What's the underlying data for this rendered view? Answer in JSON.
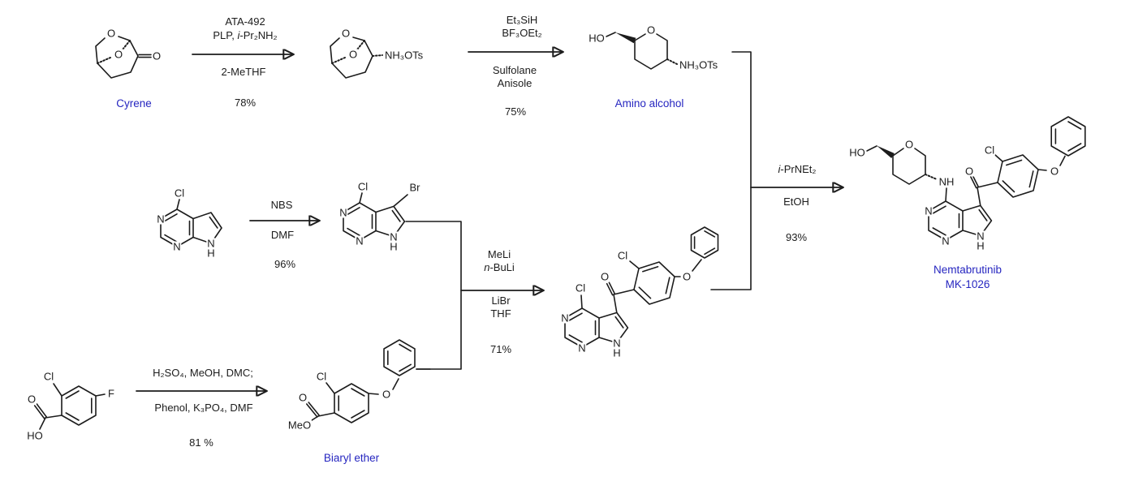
{
  "colors": {
    "bond": "#1c1c1c",
    "text": "#1c1c1c",
    "name": "#2626c0"
  },
  "steps": {
    "s1": {
      "reagent1": "ATA-492",
      "reagent2_pre": "PLP, ",
      "reagent2_it": "i",
      "reagent2_post": "-Pr₂NH₂",
      "solvent": "2-MeTHF",
      "yield": "78%"
    },
    "s2": {
      "reagent1": "Et₃SiH",
      "reagent2": "BF₃OEt₂",
      "solvent1": "Sulfolane",
      "solvent2": "Anisole",
      "yield": "75%"
    },
    "s3": {
      "reagent": "NBS",
      "solvent": "DMF",
      "yield": "96%"
    },
    "s4": {
      "reagent1": "MeLi",
      "reagent2_it": "n",
      "reagent2_post": "-BuLi",
      "additive": "LiBr",
      "solvent": "THF",
      "yield": "71%"
    },
    "s5": {
      "reagent_it": "i",
      "reagent_post": "-PrNEt₂",
      "solvent": "EtOH",
      "yield": "93%"
    },
    "s6": {
      "line1": "H₂SO₄, MeOH, DMC;",
      "line2": "Phenol, K₃PO₄, DMF",
      "yield": "81 %"
    }
  },
  "compounds": {
    "cyrene": {
      "name": "Cyrene",
      "atoms": {
        "o_ring": "O",
        "o_bridge": "O",
        "o_ketone": "O"
      }
    },
    "aminotosylate": {
      "atoms": {
        "o_ring": "O",
        "o_bridge": "O",
        "amine": "NH₃OTs"
      }
    },
    "amino_alcohol": {
      "name": "Amino alcohol",
      "atoms": {
        "ho": "HO",
        "o_ring": "O",
        "amine": "NH₃OTs"
      }
    },
    "chloro_pp": {
      "atoms": {
        "cl": "Cl",
        "n3": "N",
        "n1": "N",
        "n7": "N",
        "h": "H"
      }
    },
    "bromo_pp": {
      "atoms": {
        "cl": "Cl",
        "br": "Br",
        "n3": "N",
        "n1": "N",
        "n7": "N",
        "h": "H"
      }
    },
    "acid": {
      "atoms": {
        "cl": "Cl",
        "f": "F",
        "o": "O",
        "ho": "HO"
      }
    },
    "biaryl": {
      "name": "Biaryl ether",
      "atoms": {
        "cl": "Cl",
        "o_carbonyl": "O",
        "meo": "MeO",
        "o_ether": "O"
      }
    },
    "ketone": {
      "atoms": {
        "cl_pyrimidine": "Cl",
        "o_ketone": "O",
        "cl_aryl": "Cl",
        "o_ether": "O",
        "n3": "N",
        "n1": "N",
        "n7": "N",
        "h": "H"
      }
    },
    "product": {
      "name1": "Nemtabrutinib",
      "name2": "MK-1026",
      "atoms": {
        "ho": "HO",
        "o_ring": "O",
        "nh": "NH",
        "o_ketone": "O",
        "cl_aryl": "Cl",
        "o_ether": "O",
        "n3": "N",
        "n1": "N",
        "n7": "N",
        "h": "H"
      }
    }
  }
}
